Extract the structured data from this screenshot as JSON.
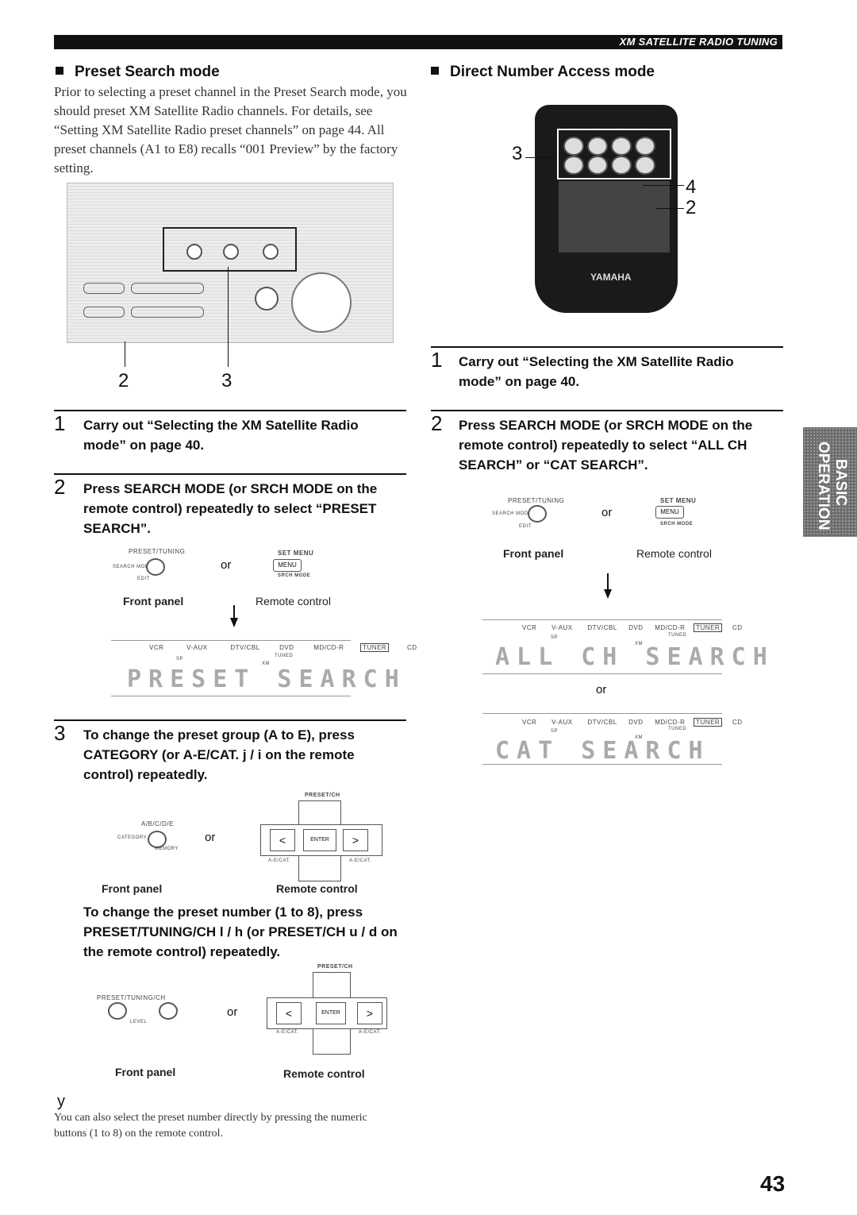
{
  "header": {
    "label": "XM SATELLITE RADIO TUNING"
  },
  "left": {
    "title": "Preset Search mode",
    "intro": "Prior to selecting a preset channel in the Preset Search mode, you should preset XM Satellite Radio channels. For details, see “Setting XM Satellite Radio preset channels” on page 44. All preset channels (A1 to E8) recalls “001 Preview” by the factory setting.",
    "figure_labels": [
      "2",
      "3"
    ],
    "step1": {
      "num": "1",
      "text": "Carry out “Selecting the XM Satellite Radio mode” on page 40."
    },
    "step2": {
      "num": "2",
      "text": "Press SEARCH MODE (or SRCH MODE on the remote control) repeatedly to select “PRESET SEARCH”."
    },
    "step2_fig": {
      "panel_top": "PRESET/TUNING",
      "panel_btn": "SEARCH MODE",
      "panel_sub": "EDIT",
      "or": "or",
      "remote_top": "SET MENU",
      "remote_btn": "MENU",
      "remote_sub": "SRCH MODE",
      "cap_front": "Front panel",
      "cap_remote": "Remote control"
    },
    "display1": {
      "indicators": [
        "VCR",
        "V-AUX",
        "DTV/CBL",
        "DVD",
        "MD/CD-R",
        "TUNER",
        "CD"
      ],
      "sub": "TUNED",
      "sp": "SP",
      "xm": "XM",
      "text": "PRESET SEARCH"
    },
    "step3": {
      "num": "3",
      "text": "To change the preset group (A to E), press CATEGORY (or A-E/CAT. j / i on the remote control) repeatedly."
    },
    "step3_fig": {
      "panel_top": "A/B/C/D/E",
      "panel_btn": "CATEGORY",
      "panel_sub": "MEMORY",
      "or": "or",
      "remote_top": "PRESET/CH",
      "enter": "ENTER",
      "aecat_l": "A-E/CAT.",
      "aecat_r": "A-E/CAT.",
      "cap_front": "Front panel",
      "cap_remote": "Remote control"
    },
    "step3b": {
      "text": "To change the preset number (1 to 8), press PRESET/TUNING/CH l / h (or PRESET/CH u / d on the remote control) repeatedly."
    },
    "step3b_fig": {
      "panel_top": "PRESET/TUNING/CH",
      "panel_sub": "LEVEL",
      "or": "or",
      "remote_top": "PRESET/CH",
      "enter": "ENTER",
      "aecat_l": "A-E/CAT.",
      "aecat_r": "A-E/CAT.",
      "cap_front": "Front panel",
      "cap_remote": "Remote control"
    },
    "tip": {
      "mark": "y",
      "text": "You can also select the preset number directly by pressing the numeric buttons (1 to 8) on the remote control."
    }
  },
  "right": {
    "title": "Direct Number Access mode",
    "remote_labels": {
      "step3": "3",
      "step4": "4",
      "step2": "2",
      "brand": "YAMAHA"
    },
    "step1": {
      "num": "1",
      "text": "Carry out “Selecting the XM Satellite Radio mode” on page 40."
    },
    "step2": {
      "num": "2",
      "text": "Press SEARCH MODE (or SRCH MODE on the remote control) repeatedly to select “ALL CH SEARCH” or “CAT SEARCH”."
    },
    "step2_fig": {
      "panel_top": "PRESET/TUNING",
      "panel_btn": "SEARCH MODE",
      "panel_sub": "EDIT",
      "or": "or",
      "remote_top": "SET MENU",
      "remote_btn": "MENU",
      "remote_sub": "SRCH MODE",
      "cap_front": "Front panel",
      "cap_remote": "Remote control"
    },
    "display_all": {
      "indicators": [
        "VCR",
        "V-AUX",
        "DTV/CBL",
        "DVD",
        "MD/CD-R",
        "TUNER",
        "CD"
      ],
      "sub": "TUNED",
      "sp": "SP",
      "xm": "XM",
      "text": "ALL CH SEARCH"
    },
    "or_mid": "or",
    "display_cat": {
      "indicators": [
        "VCR",
        "V-AUX",
        "DTV/CBL",
        "DVD",
        "MD/CD-R",
        "TUNER",
        "CD"
      ],
      "sub": "TUNED",
      "sp": "SP",
      "xm": "XM",
      "text": "CAT SEARCH"
    }
  },
  "side_tab": {
    "line1": "BASIC",
    "line2": "OPERATION"
  },
  "page_number": "43"
}
